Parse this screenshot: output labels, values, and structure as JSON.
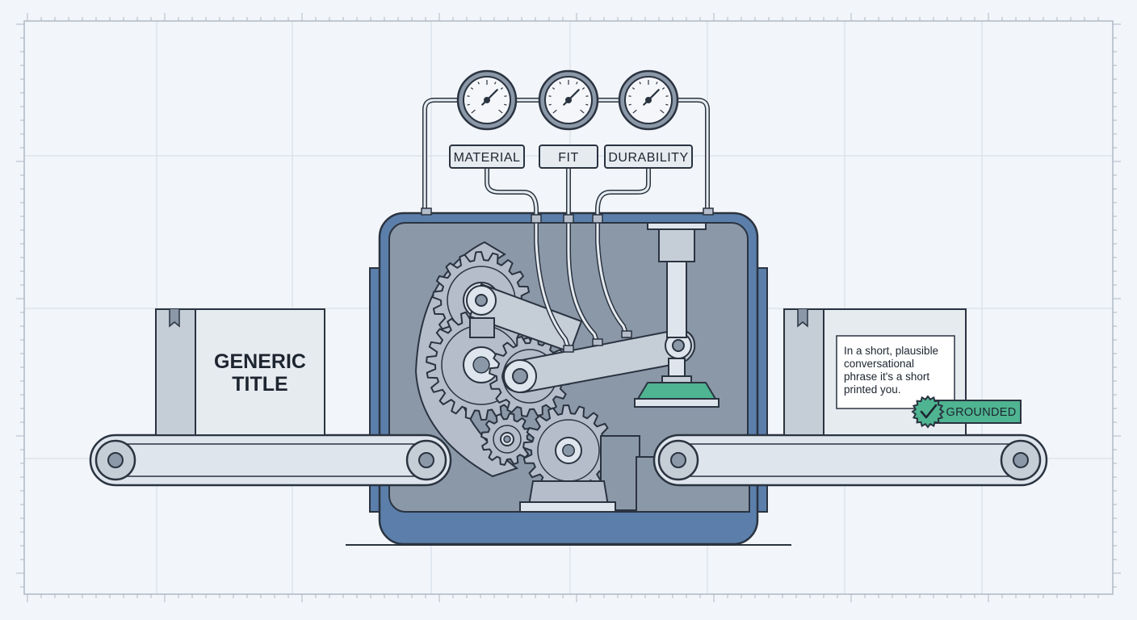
{
  "gauges": [
    {
      "label": "MATERIAL"
    },
    {
      "label": "FIT"
    },
    {
      "label": "DURABILITY"
    }
  ],
  "input_box": {
    "title_lines": [
      "GENERIC",
      "TITLE"
    ]
  },
  "output_box": {
    "note_lines": [
      "In a short, plausible",
      "conversational",
      "phrase it's a short",
      "printed you."
    ],
    "badge": "GROUNDED"
  },
  "colors": {
    "background": "#f2f5f9",
    "grid": "#d3dce6",
    "machine_frame": "#5b7faa",
    "machine_inner": "#8b98a8",
    "machine_panel": "#b4bdc9",
    "outline": "#2a3340",
    "accent_green": "#4fb491",
    "belt": "#dfe5ec",
    "box_light": "#e6ebf0",
    "box_dark": "#c5cdd7"
  },
  "icons": {
    "badge_icon": "check-seal-icon"
  }
}
